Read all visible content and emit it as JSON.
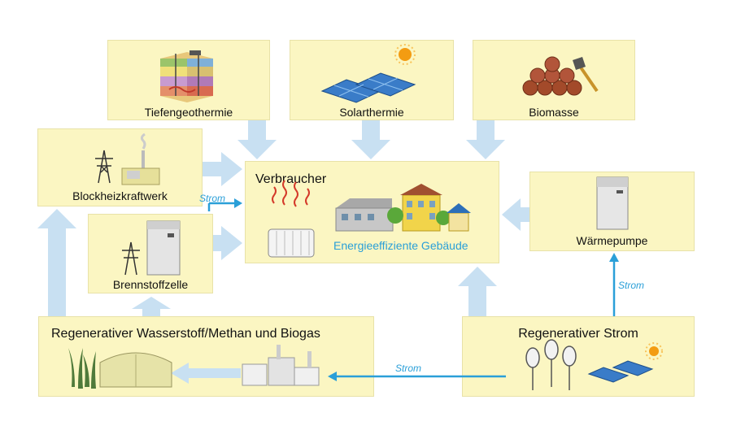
{
  "nodes": {
    "tiefengeothermie": "Tiefengeothermie",
    "solarthermie": "Solarthermie",
    "biomasse": "Biomasse",
    "blockheizkraftwerk": "Blockheizkraftwerk",
    "brennstoffzelle": "Brennstoffzelle",
    "verbraucher": "Verbraucher",
    "gebaeude": "Energieeffiziente Gebäude",
    "waermepumpe": "Wärmepumpe",
    "regenerativ_gas": "Regenerativer Wasserstoff/Methan und Biogas",
    "regenerativ_strom": "Regenerativer Strom"
  },
  "edge_labels": {
    "strom_bhkw": "Strom",
    "strom_waermepumpe": "Strom",
    "strom_gas": "Strom"
  },
  "colors": {
    "box_fill": "#fbf6c2",
    "heat_arrow": "#c8e0f2",
    "power_arrow": "#2a9fd8"
  },
  "icons": [
    "geothermal-icon",
    "solar-panel-icon",
    "sun-icon",
    "firewood-icon",
    "axe-icon",
    "power-pylon-icon",
    "chp-plant-icon",
    "fuel-cell-icon",
    "radiator-icon",
    "heat-waves-icon",
    "building-icon",
    "heat-pump-icon",
    "reed-plants-icon",
    "biogas-dome-icon",
    "methanation-plant-icon",
    "wind-turbine-icon"
  ]
}
